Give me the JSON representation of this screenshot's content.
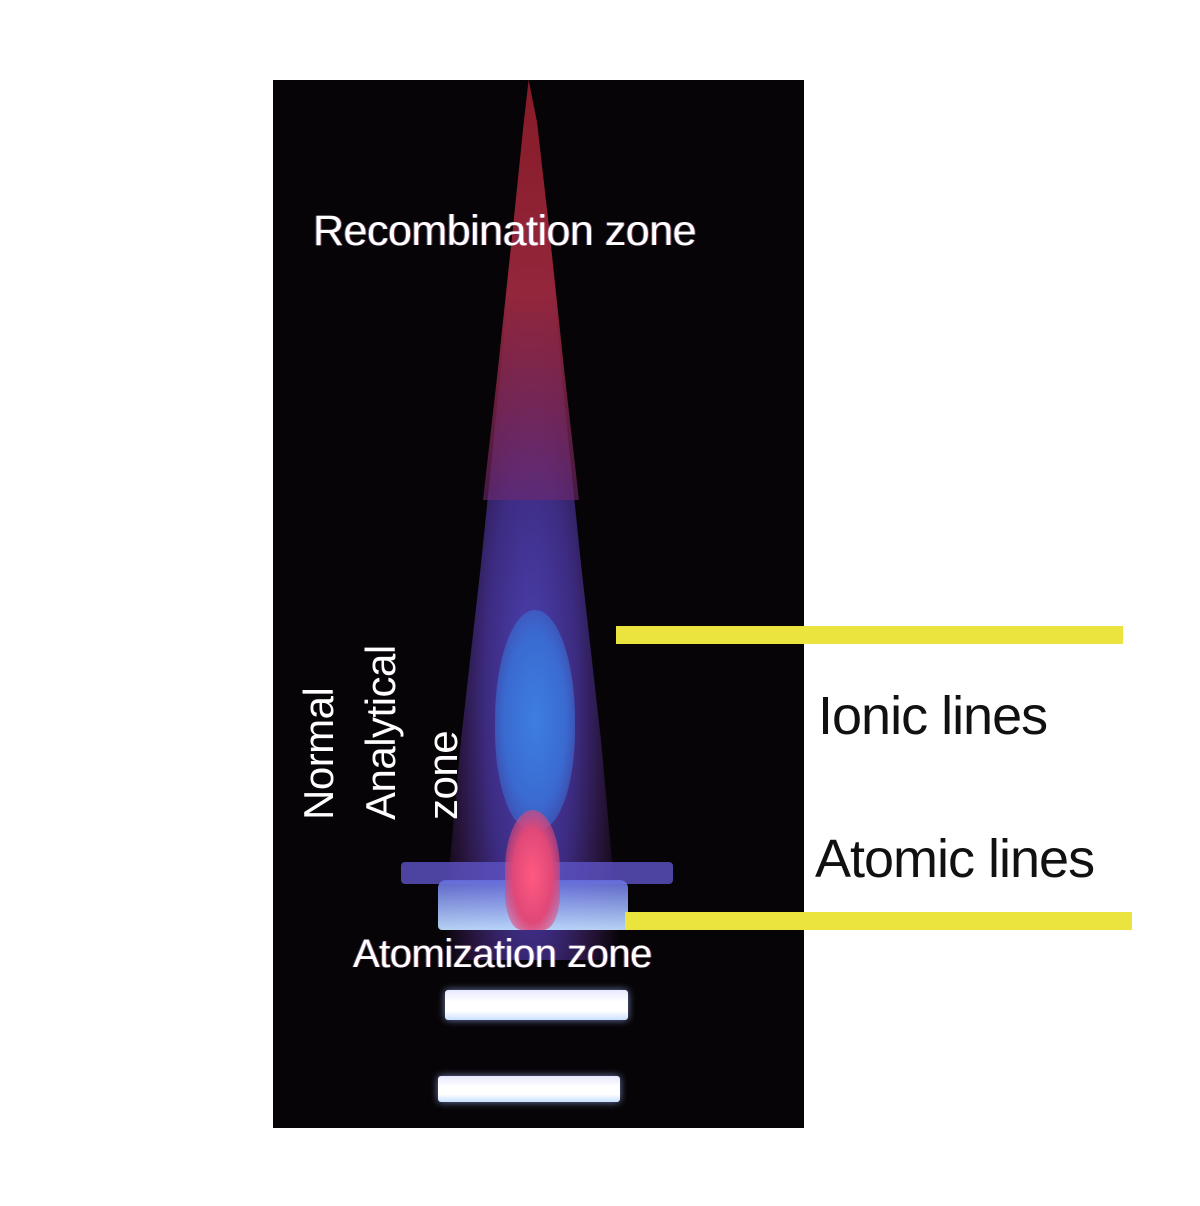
{
  "diagram": {
    "photo": {
      "description": "ICP plasma torch flame photograph",
      "background": "#060406",
      "labels": {
        "recombination_zone": "Recombination zone",
        "normal_analytical_zone": [
          "Normal",
          "Analytical",
          "zone"
        ],
        "atomization_zone": "Atomization zone"
      }
    },
    "markers": {
      "color": "#ebe43f",
      "ionic_lines": "Ionic lines",
      "atomic_lines": "Atomic lines"
    }
  }
}
